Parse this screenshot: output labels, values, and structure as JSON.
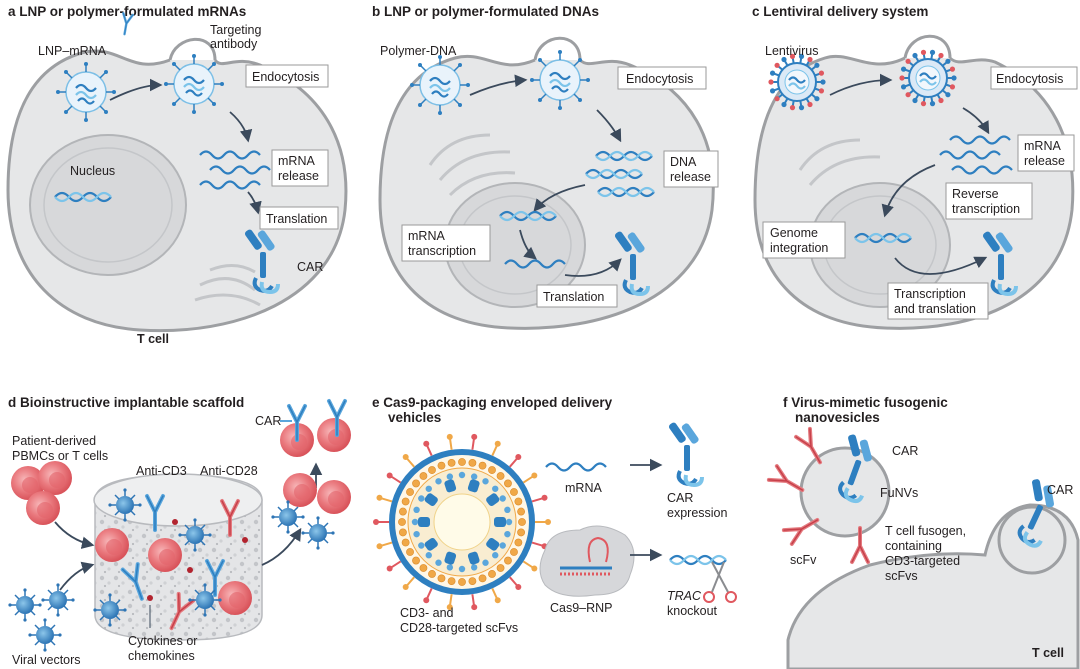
{
  "panels": {
    "a": {
      "letter": "a",
      "title": "LNP or polymer-formulated mRNAs",
      "vesicle": "LNP–mRNA",
      "antibody": "Targeting\nantibody",
      "endocytosis": "Endocytosis",
      "nucleus": "Nucleus",
      "release": "mRNA\nrelease",
      "translation": "Translation",
      "car": "CAR",
      "cell": "T cell"
    },
    "b": {
      "letter": "b",
      "title": "LNP or polymer-formulated DNAs",
      "vesicle": "Polymer-DNA",
      "endocytosis": "Endocytosis",
      "release": "DNA\nrelease",
      "transcription": "mRNA\ntranscription",
      "translation": "Translation"
    },
    "c": {
      "letter": "c",
      "title": "Lentiviral delivery system",
      "vesicle": "Lentivirus",
      "endocytosis": "Endocytosis",
      "release": "mRNA\nrelease",
      "reverse": "Reverse\ntranscription",
      "integration": "Genome\nintegration",
      "transl": "Transcription\nand translation"
    },
    "d": {
      "letter": "d",
      "title": "Bioinstructive implantable scaffold",
      "car": "CAR",
      "pbmc": "Patient-derived\nPBMCs or T cells",
      "cd3": "Anti-CD3",
      "cd28": "Anti-CD28",
      "cytokines": "Cytokines or\nchemokines",
      "vectors": "Viral vectors"
    },
    "e": {
      "letter": "e",
      "title": "Cas9-packaging enveloped delivery\nvehicles",
      "mrna": "mRNA",
      "carexp": "CAR\nexpression",
      "rnp": "Cas9–RNP",
      "trac": "TRAC",
      "knockout": " knockout",
      "scfvs": "CD3- and\nCD28-targeted scFvs"
    },
    "f": {
      "letter": "f",
      "title": "Virus-mimetic fusogenic\nnanovesicles",
      "car1": "CAR",
      "funv": "FuNVs",
      "scfv": "scFv",
      "car2": "CAR",
      "fusogen": "T cell fusogen,\ncontaining\nCD3-targeted\nscFvs",
      "cell": "T cell"
    }
  },
  "colors": {
    "cell_fill": "#e6e7e8",
    "cell_stroke": "#9d9fa2",
    "blue": "#2e7fc0",
    "light_blue": "#7cc4ea",
    "red": "#e0585f",
    "orange": "#f0a848",
    "dark": "#3b4a5c"
  }
}
